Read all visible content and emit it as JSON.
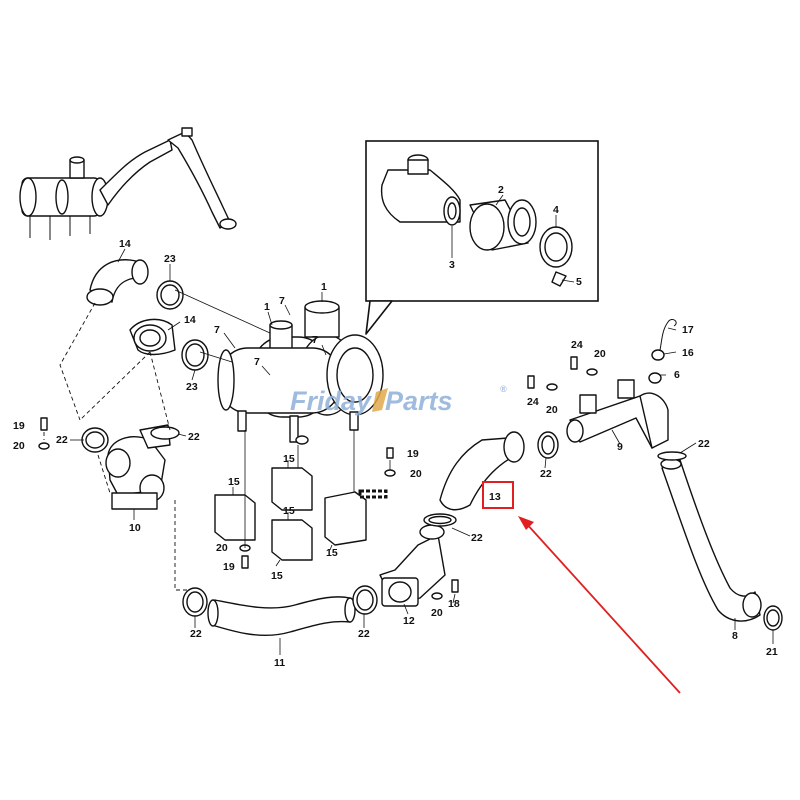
{
  "diagram": {
    "watermark": {
      "part1": "Friday",
      "part2": "Parts",
      "mark": "®"
    },
    "highlight_color": "#e02020",
    "labels": {
      "l1a": "1",
      "l1b": "1",
      "l2": "2",
      "l3": "3",
      "l4": "4",
      "l5": "5",
      "l6": "6",
      "l7a": "7",
      "l7b": "7",
      "l7c": "7",
      "l7d": "7",
      "l8": "8",
      "l9": "9",
      "l10": "10",
      "l11": "11",
      "l12": "12",
      "l13": "13",
      "l14a": "14",
      "l14b": "14",
      "l15a": "15",
      "l15b": "15",
      "l15c": "15",
      "l15d": "15",
      "l15e": "15",
      "l16": "16",
      "l17": "17",
      "l18": "18",
      "l19a": "19",
      "l19b": "19",
      "l19c": "19",
      "l20a": "20",
      "l20b": "20",
      "l20c": "20",
      "l20d": "20",
      "l20e": "20",
      "l20f": "20",
      "l21": "21",
      "l22a": "22",
      "l22b": "22",
      "l22c": "22",
      "l22d": "22",
      "l22e": "22",
      "l22f": "22",
      "l22g": "22",
      "l23a": "23",
      "l23b": "23",
      "l24a": "24",
      "l24b": "24"
    }
  }
}
